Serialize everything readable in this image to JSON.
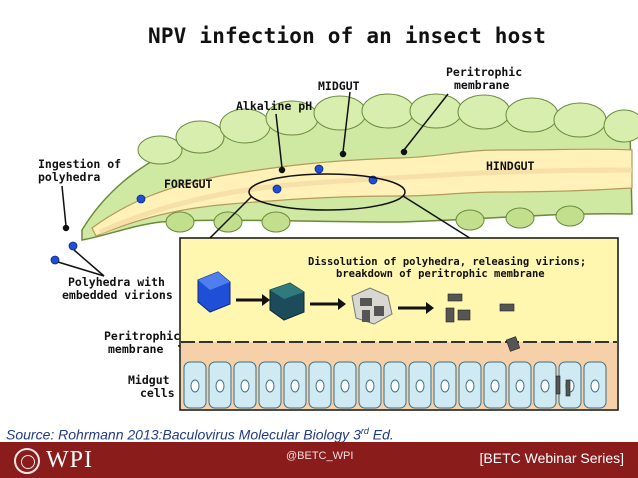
{
  "title": "NPV infection of an insect host",
  "labels": {
    "midgut": "MIDGUT",
    "peritrophic_top": [
      "Peritrophic",
      "membrane"
    ],
    "alkaline": "Alkaline pH",
    "ingestion": [
      "Ingestion of",
      "polyhedra"
    ],
    "foregut": "FOREGUT",
    "hindgut": "HINDGUT",
    "polyhedra_virions": [
      "Polyhedra with",
      "embedded virions"
    ],
    "dissolution": [
      "Dissolution of polyhedra, releasing virions;",
      "breakdown of peritrophic membrane"
    ],
    "peritrophic_bottom": [
      "Peritrophic",
      "membrane"
    ],
    "midgut_cells": [
      "Midgut",
      "cells"
    ]
  },
  "source": {
    "prefix": "Source: Rohrmann 2013:Baculovirus Molecular Biology 3",
    "sup": "rd",
    "suffix": " Ed."
  },
  "footer": {
    "logo_text": "WPI",
    "handle": "@BETC_WPI",
    "series": "[BETC Webinar Series]"
  },
  "colors": {
    "footer_bg": "#8a1c1c",
    "caterpillar": "#cfe8a2",
    "gut": "#fff1b8",
    "inset": "#fff6b0",
    "cells": "#cfeaf2",
    "tissue": "#f6d0a8",
    "polyhedron": "#1f4fd6"
  }
}
